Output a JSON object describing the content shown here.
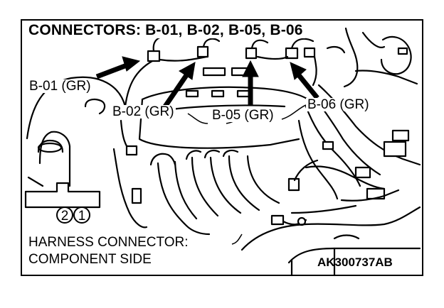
{
  "figure": {
    "title": "CONNECTORS: B-01, B-02, B-05, B-06",
    "connector_labels": {
      "b01": "B-01 (GR)",
      "b02": "B-02 (GR)",
      "b05": "B-05 (GR)",
      "b06": "B-06 (GR)"
    },
    "harness_caption": {
      "line1": "HARNESS CONNECTOR:",
      "line2": "COMPONENT SIDE"
    },
    "pin_numbers": [
      "2",
      "1"
    ],
    "figure_code": "AK300737AB"
  }
}
